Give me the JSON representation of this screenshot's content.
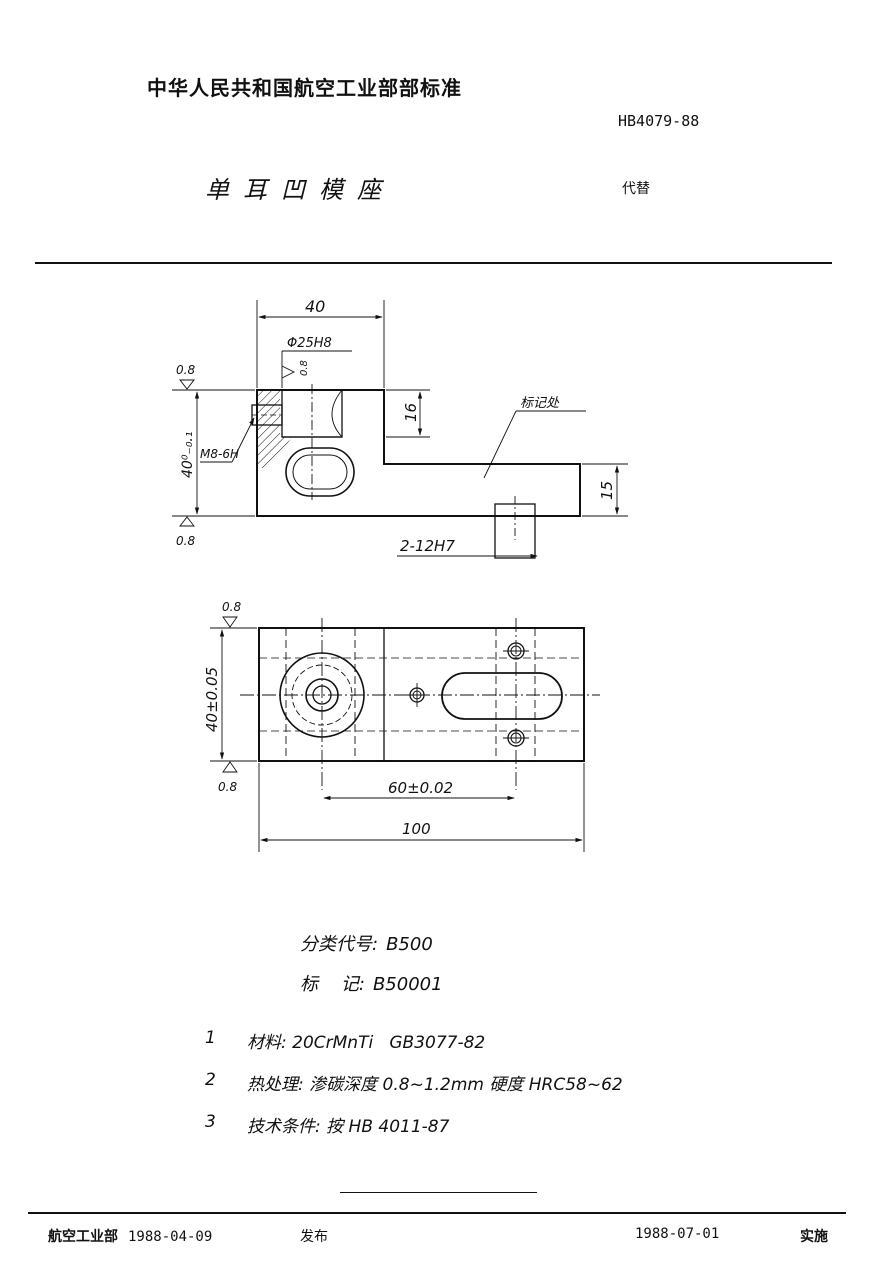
{
  "header": {
    "organization": "中华人民共和国航空工业部部标准",
    "standard_number": "HB4079-88",
    "title": "单耳凹模座",
    "replaces": "代替"
  },
  "drawing": {
    "dim_length_top": "40",
    "dim_bore": "Φ25H8",
    "rough_bore": "0.8",
    "rough_top_left": "0.8",
    "dim_height_side": "40⁰₋₀.₁",
    "dim_thread": "M8-6H",
    "dim_step": "16",
    "marking_label": "标记处",
    "dim_end_height": "15",
    "rough_bottom_left": "0.8",
    "dim_pins": "2-12H7",
    "rough_plan_top": "0.8",
    "dim_width_plan": "40±0.05",
    "rough_plan_bottom": "0.8",
    "dim_pitch": "60±0.02",
    "dim_total_length": "100"
  },
  "classification": {
    "code_label": "分类代号:",
    "code_value": "B500",
    "mark_label": "标    记:",
    "mark_value": "B50001"
  },
  "notes": [
    {
      "num": "1",
      "text": "材料: 20CrMnTi   GB3077-82"
    },
    {
      "num": "2",
      "text": "热处理: 渗碳深度 0.8~1.2mm 硬度 HRC58~62"
    },
    {
      "num": "3",
      "text": "技术条件: 按 HB 4011-87"
    }
  ],
  "footer": {
    "publisher": "航空工业部",
    "publish_date": "1988-04-09",
    "publish_label": "发布",
    "effective_date": "1988-07-01",
    "effective_label": "实施"
  }
}
